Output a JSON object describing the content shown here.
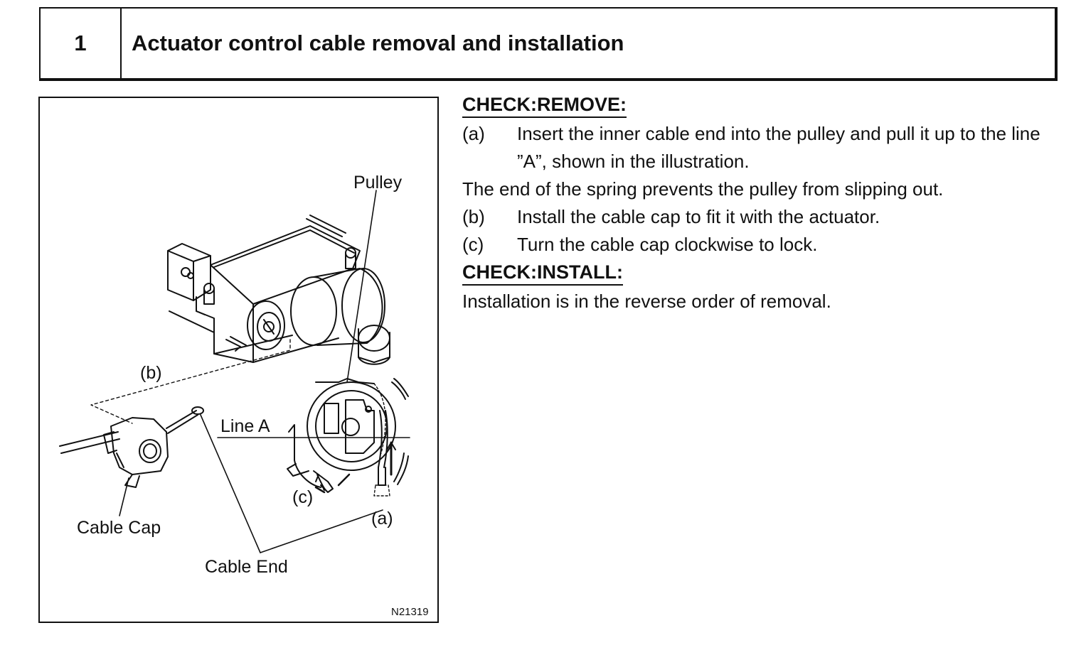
{
  "header": {
    "number": "1",
    "title": "Actuator control cable removal and installation"
  },
  "figure": {
    "labels": {
      "pulley": "Pulley",
      "b": "(b)",
      "line_a": "Line A",
      "c": "(c)",
      "a": "(a)",
      "cable_cap": "Cable Cap",
      "cable_end": "Cable End"
    },
    "code": "N21319"
  },
  "content": {
    "remove_heading": "CHECK:REMOVE:",
    "steps_remove": [
      {
        "letter": "(a)",
        "text": "Insert the inner cable end into the pulley and pull it up to the line ”A”, shown in the illustration."
      }
    ],
    "note": "The end of the spring prevents the pulley from slipping out.",
    "steps_more": [
      {
        "letter": "(b)",
        "text": "Install the cable cap to fit it with the actuator."
      },
      {
        "letter": "(c)",
        "text": "Turn the cable cap clockwise to lock."
      }
    ],
    "install_heading": "CHECK:INSTALL:",
    "install_text": "Installation is in the reverse order of removal."
  }
}
